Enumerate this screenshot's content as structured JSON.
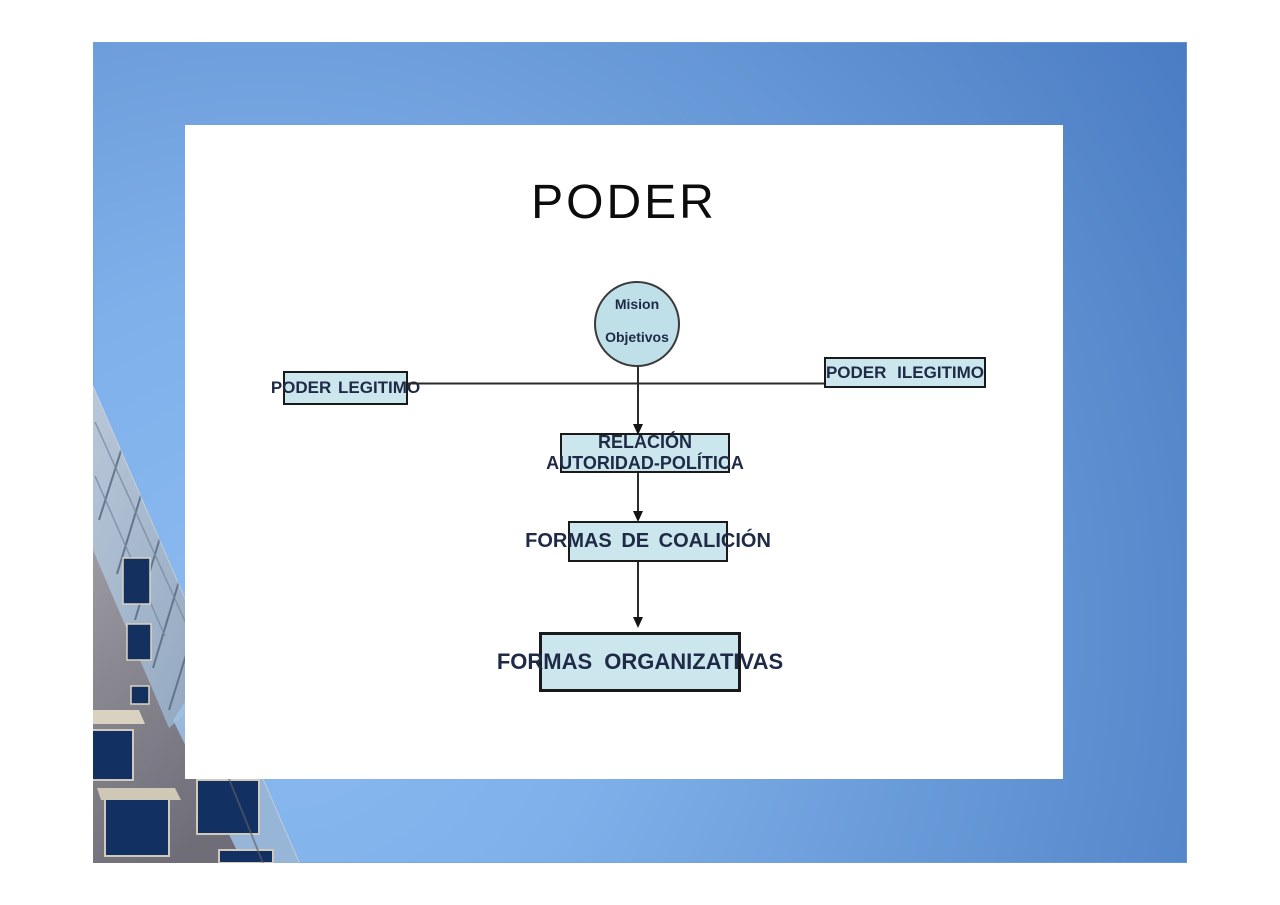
{
  "slide": {
    "title": "PODER"
  },
  "diagram": {
    "circle": {
      "line1": "Mision",
      "line2": "Objetivos"
    },
    "box_legitimo": {
      "label": "PODER LEGITIMO"
    },
    "box_ilegitimo": {
      "label": "PODER ILEGITIMO"
    },
    "box_relacion": {
      "line1": "RELACIÓN",
      "line2": "AUTORIDAD-POLÍTICA"
    },
    "box_coalicion": {
      "label": "FORMAS DE COALICIÓN"
    },
    "box_organizativas": {
      "label": "FORMAS ORGANIZATIVAS"
    }
  },
  "colors": {
    "page_background": "#ffffff",
    "slide_gradient_light": "#8cbbf0",
    "slide_gradient_dark": "#4a7cc4",
    "shape_fill": "#cbe7ed",
    "circle_fill": "#bfe0e9",
    "shape_border": "#1a1a1a",
    "connector_line": "#2b2b2b",
    "shape_text": "#1e2a46",
    "title_text": "#0c0c0c",
    "building_window": "#14305e",
    "building_stone": "#8a8992"
  },
  "decor": {
    "photo": "low-angle-skyscraper-photo"
  }
}
